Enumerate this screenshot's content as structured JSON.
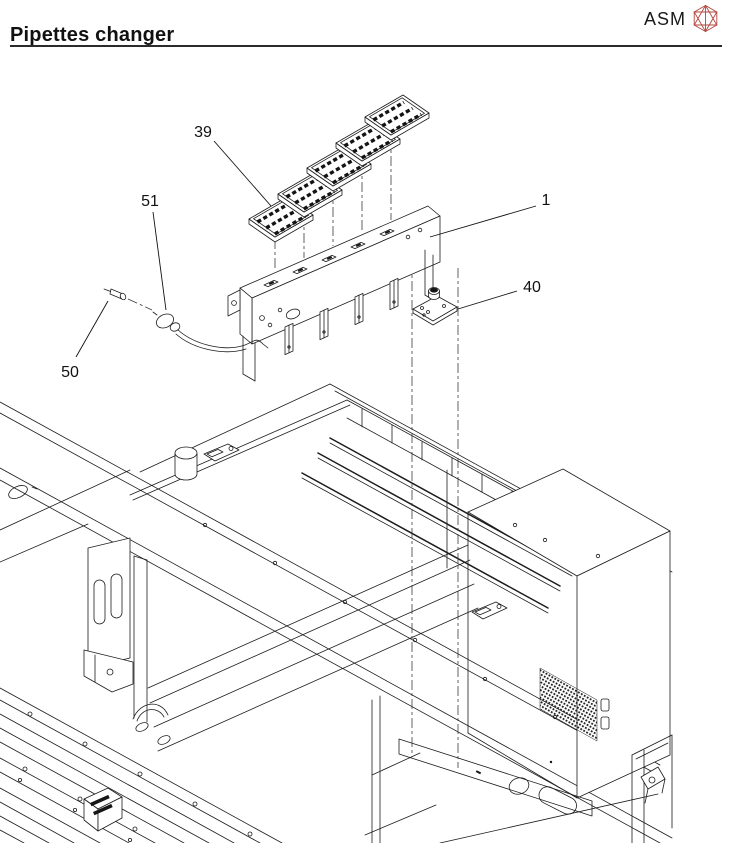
{
  "header": {
    "title": "Pipettes changer"
  },
  "logo": {
    "text": "ASM",
    "color": "#b2453c"
  },
  "diagram": {
    "description": "Exploded isometric parts diagram of the pipettes changer assembly mounted above a machine chassis",
    "line_color": "#1c1c1c",
    "callouts": [
      {
        "id": "39",
        "label": "39",
        "part": "pipette-tray"
      },
      {
        "id": "51",
        "label": "51",
        "part": "cable-connector"
      },
      {
        "id": "50",
        "label": "50",
        "part": "screw-pin"
      },
      {
        "id": "1",
        "label": "1",
        "part": "changer-rail"
      },
      {
        "id": "40",
        "label": "40",
        "part": "sensor-plate"
      }
    ],
    "tray_count": 5
  }
}
